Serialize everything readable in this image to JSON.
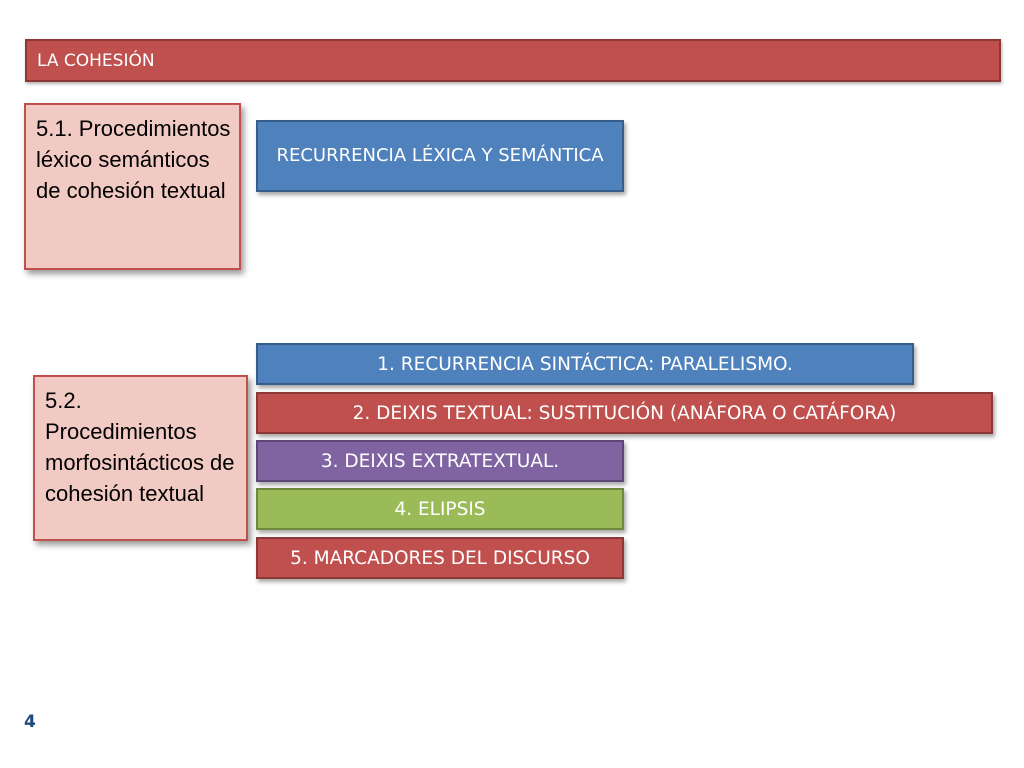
{
  "slide": {
    "title": "LA COHESIÓN",
    "page_number": "4"
  },
  "sections": [
    {
      "heading": "5.1. Procedimientos léxico semánticos de cohesión textual",
      "items": [
        "RECURRENCIA LÉXICA Y SEMÁNTICA"
      ]
    },
    {
      "heading": "5.2. Procedimientos morfosintácticos de cohesión textual",
      "items": [
        "1. RECURRENCIA SINTÁCTICA: PARALELISMO.",
        "2. DEIXIS TEXTUAL: SUSTITUCIÓN (ANÁFORA O CATÁFORA)",
        "3. DEIXIS EXTRATEXTUAL.",
        "4. ELIPSIS",
        "5. MARCADORES DEL DISCURSO"
      ]
    }
  ],
  "colors": {
    "red": "#c0504d",
    "blue": "#4f81bd",
    "purple": "#8064a2",
    "green": "#9bbb59",
    "pink": "#f2cac4",
    "page_number": "#1f497d"
  }
}
